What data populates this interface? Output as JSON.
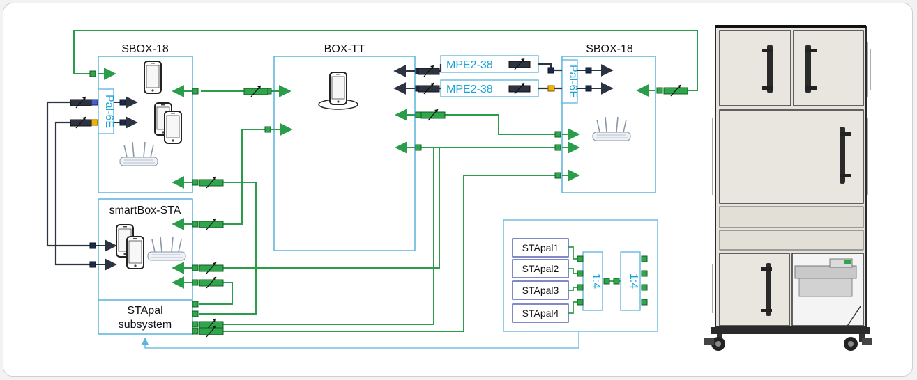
{
  "colors": {
    "box_border": "#5ab4dc",
    "green_line": "#2a9d4a",
    "green_block": "#2fa64a",
    "dark_line": "#2b3440",
    "navy_port": "#1b2a4a",
    "blue_port": "#4a5bd4",
    "yellow_port": "#f0b400",
    "cyan_text": "#1aa3d9"
  },
  "boxes": {
    "sbox_left": {
      "title": "SBOX-18",
      "pal_label": "Pal-6E"
    },
    "box_tt": {
      "title": "BOX-TT"
    },
    "sbox_right": {
      "title": "SBOX-18",
      "pal_label": "Pal-6E"
    },
    "smartbox_sta": {
      "title": "smartBox-STA"
    },
    "stapal_subsystem": {
      "line1": "STApal",
      "line2": "subsystem"
    }
  },
  "mpe": [
    {
      "label": "MPE2-38"
    },
    {
      "label": "MPE2-38"
    }
  ],
  "stapal_panel": {
    "items": [
      "STApal1",
      "STApal2",
      "STApal3",
      "STApal4"
    ],
    "splitter_a": "1:4",
    "splitter_b": "1:4"
  },
  "icons": [
    "smartphone-icon",
    "router-icon",
    "attenuator-icon",
    "rack-cabinet-image"
  ]
}
